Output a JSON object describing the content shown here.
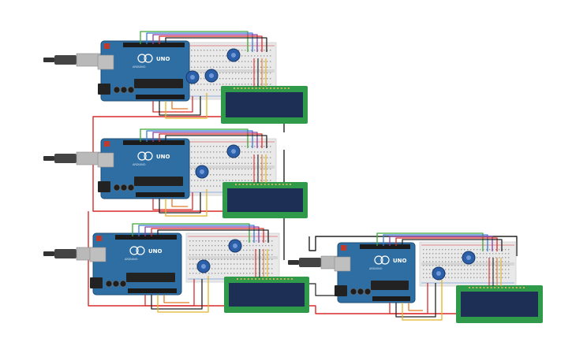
{
  "canvas": {
    "background": "#ffffff"
  },
  "board": {
    "label": "UNO",
    "brand": "ARDUINO",
    "color": "#2f6ea3",
    "dark": "#1f4f79"
  },
  "colors": {
    "wire_red": "#d92b2b",
    "wire_black": "#222222",
    "wire_green": "#3aa83a",
    "wire_blue": "#3a7bd5",
    "wire_yellow": "#e0b526",
    "wire_orange": "#e07a26",
    "wire_purple": "#8b3fa8",
    "lcd_frame": "#2f9a4a",
    "lcd_screen": "#1e2f55",
    "breadboard": "#e9e9e9",
    "pot_body": "#2c5fa8",
    "usb_cable": "#333333"
  },
  "circuits": [
    {
      "id": "station-1"
    },
    {
      "id": "station-2"
    },
    {
      "id": "station-3"
    },
    {
      "id": "station-4"
    }
  ]
}
